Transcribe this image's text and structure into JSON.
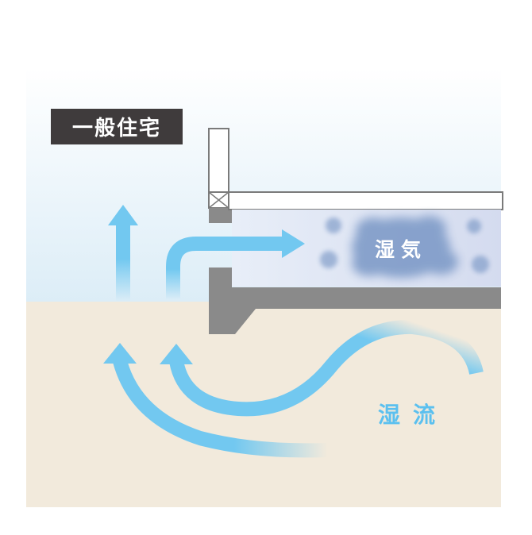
{
  "title_label": "一般住宅",
  "moisture_label": "湿気",
  "flow_label": "湿流",
  "colors": {
    "sky_top": "#ffffff",
    "sky_bottom": "#dcedf7",
    "ground": "#f2eadc",
    "arrow": "#72c8f0",
    "moisture_cloud": "#7f9bc8",
    "moisture_bg": "#dde4f3",
    "concrete": "#8a8a8a",
    "title_bg": "#3f3b3c",
    "flow_text": "#5bc0ef",
    "white_text": "#ffffff"
  },
  "icons": {
    "arrows": "arrow-icon",
    "cloud": "moisture-cloud-icon"
  }
}
